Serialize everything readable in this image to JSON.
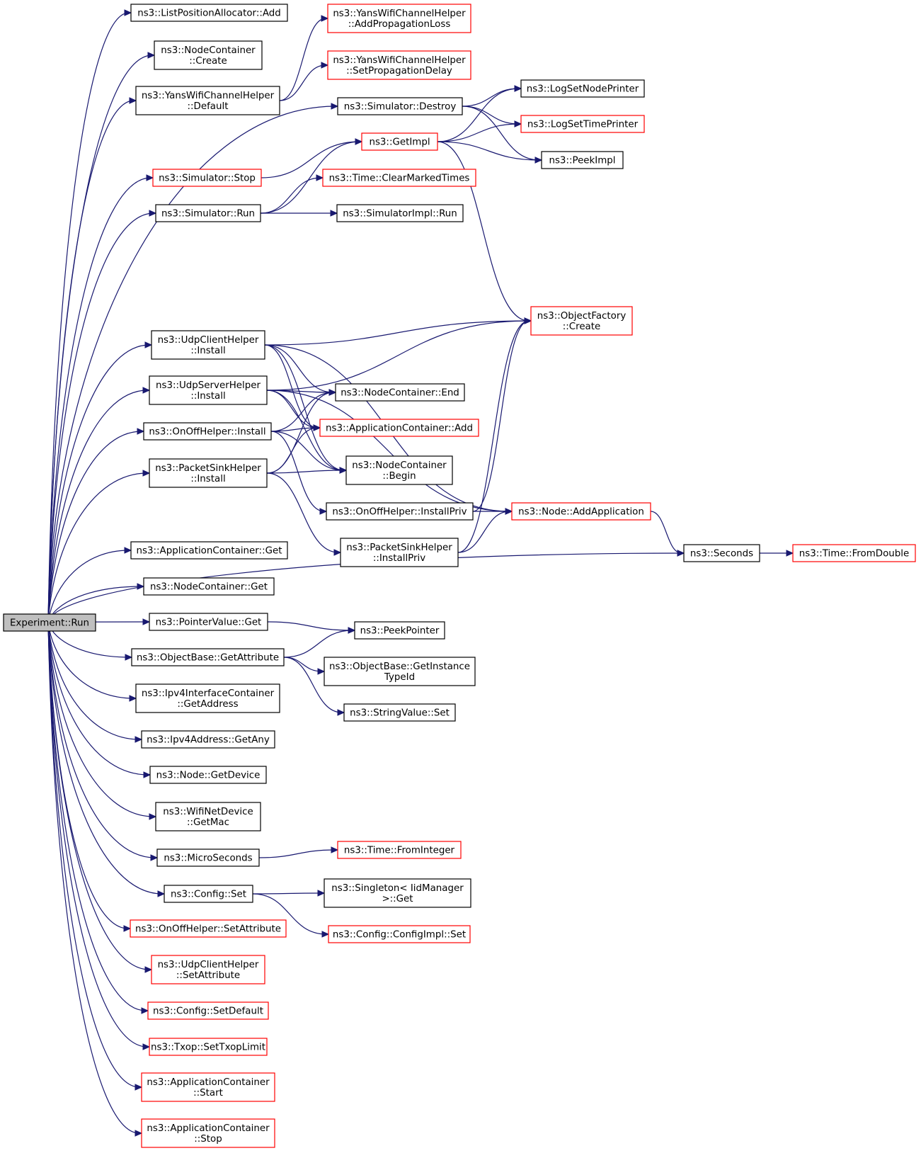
{
  "graph": {
    "nodes": [
      {
        "id": "root",
        "lines": [
          "Experiment::Run"
        ],
        "style": "root"
      },
      {
        "id": "lpa_add",
        "lines": [
          "ns3::ListPositionAllocator::Add"
        ],
        "style": "black"
      },
      {
        "id": "nc_create",
        "lines": [
          "ns3::NodeContainer",
          "::Create"
        ],
        "style": "black"
      },
      {
        "id": "ywch_default",
        "lines": [
          "ns3::YansWifiChannelHelper",
          "::Default"
        ],
        "style": "black"
      },
      {
        "id": "ywch_addprop",
        "lines": [
          "ns3::YansWifiChannelHelper",
          "::AddPropagationLoss"
        ],
        "style": "red"
      },
      {
        "id": "ywch_setprop",
        "lines": [
          "ns3::YansWifiChannelHelper",
          "::SetPropagationDelay"
        ],
        "style": "red"
      },
      {
        "id": "sim_destroy",
        "lines": [
          "ns3::Simulator::Destroy"
        ],
        "style": "black"
      },
      {
        "id": "log_node",
        "lines": [
          "ns3::LogSetNodePrinter"
        ],
        "style": "black"
      },
      {
        "id": "log_time",
        "lines": [
          "ns3::LogSetTimePrinter"
        ],
        "style": "red"
      },
      {
        "id": "getimpl",
        "lines": [
          "ns3::GetImpl"
        ],
        "style": "red"
      },
      {
        "id": "peekimpl",
        "lines": [
          "ns3::PeekImpl"
        ],
        "style": "black"
      },
      {
        "id": "sim_stop",
        "lines": [
          "ns3::Simulator::Stop"
        ],
        "style": "red"
      },
      {
        "id": "clear_marked",
        "lines": [
          "ns3::Time::ClearMarkedTimes"
        ],
        "style": "red"
      },
      {
        "id": "sim_run",
        "lines": [
          "ns3::Simulator::Run"
        ],
        "style": "black"
      },
      {
        "id": "simimpl_run",
        "lines": [
          "ns3::SimulatorImpl::Run"
        ],
        "style": "black"
      },
      {
        "id": "of_create",
        "lines": [
          "ns3::ObjectFactory",
          "::Create"
        ],
        "style": "red"
      },
      {
        "id": "udpc_install",
        "lines": [
          "ns3::UdpClientHelper",
          "::Install"
        ],
        "style": "black"
      },
      {
        "id": "udps_install",
        "lines": [
          "ns3::UdpServerHelper",
          "::Install"
        ],
        "style": "black"
      },
      {
        "id": "nc_end",
        "lines": [
          "ns3::NodeContainer::End"
        ],
        "style": "black"
      },
      {
        "id": "onoff_install",
        "lines": [
          "ns3::OnOffHelper::Install"
        ],
        "style": "black"
      },
      {
        "id": "ac_add",
        "lines": [
          "ns3::ApplicationContainer::Add"
        ],
        "style": "red"
      },
      {
        "id": "psh_install",
        "lines": [
          "ns3::PacketSinkHelper",
          "::Install"
        ],
        "style": "black"
      },
      {
        "id": "nc_begin",
        "lines": [
          "ns3::NodeContainer",
          "::Begin"
        ],
        "style": "black"
      },
      {
        "id": "onoff_installpriv",
        "lines": [
          "ns3::OnOffHelper::InstallPriv"
        ],
        "style": "black"
      },
      {
        "id": "node_addapp",
        "lines": [
          "ns3::Node::AddApplication"
        ],
        "style": "red"
      },
      {
        "id": "psh_installpriv",
        "lines": [
          "ns3::PacketSinkHelper",
          "::InstallPriv"
        ],
        "style": "black"
      },
      {
        "id": "seconds",
        "lines": [
          "ns3::Seconds"
        ],
        "style": "black"
      },
      {
        "id": "fromdouble",
        "lines": [
          "ns3::Time::FromDouble"
        ],
        "style": "red"
      },
      {
        "id": "ac_get",
        "lines": [
          "ns3::ApplicationContainer::Get"
        ],
        "style": "black"
      },
      {
        "id": "nc_get",
        "lines": [
          "ns3::NodeContainer::Get"
        ],
        "style": "black"
      },
      {
        "id": "pv_get",
        "lines": [
          "ns3::PointerValue::Get"
        ],
        "style": "black"
      },
      {
        "id": "peekpointer",
        "lines": [
          "ns3::PeekPointer"
        ],
        "style": "black"
      },
      {
        "id": "ob_getattr",
        "lines": [
          "ns3::ObjectBase::GetAttribute"
        ],
        "style": "black"
      },
      {
        "id": "ob_getinst",
        "lines": [
          "ns3::ObjectBase::GetInstance",
          "TypeId"
        ],
        "style": "black"
      },
      {
        "id": "sv_set",
        "lines": [
          "ns3::StringValue::Set"
        ],
        "style": "black"
      },
      {
        "id": "ipv4ic_getaddr",
        "lines": [
          "ns3::Ipv4InterfaceContainer",
          "::GetAddress"
        ],
        "style": "black"
      },
      {
        "id": "ipv4a_getany",
        "lines": [
          "ns3::Ipv4Address::GetAny"
        ],
        "style": "black"
      },
      {
        "id": "node_getdev",
        "lines": [
          "ns3::Node::GetDevice"
        ],
        "style": "black"
      },
      {
        "id": "wnd_getmac",
        "lines": [
          "ns3::WifiNetDevice",
          "::GetMac"
        ],
        "style": "black"
      },
      {
        "id": "microseconds",
        "lines": [
          "ns3::MicroSeconds"
        ],
        "style": "black"
      },
      {
        "id": "frominteger",
        "lines": [
          "ns3::Time::FromInteger"
        ],
        "style": "red"
      },
      {
        "id": "config_set",
        "lines": [
          "ns3::Config::Set"
        ],
        "style": "black"
      },
      {
        "id": "singleton_get",
        "lines": [
          "ns3::Singleton< IidManager",
          " >::Get"
        ],
        "style": "black"
      },
      {
        "id": "configimpl_set",
        "lines": [
          "ns3::Config::ConfigImpl::Set"
        ],
        "style": "red"
      },
      {
        "id": "onoff_setattr",
        "lines": [
          "ns3::OnOffHelper::SetAttribute"
        ],
        "style": "red"
      },
      {
        "id": "udpc_setattr",
        "lines": [
          "ns3::UdpClientHelper",
          "::SetAttribute"
        ],
        "style": "red"
      },
      {
        "id": "config_setdefault",
        "lines": [
          "ns3::Config::SetDefault"
        ],
        "style": "red"
      },
      {
        "id": "txop_setlimit",
        "lines": [
          "ns3::Txop::SetTxopLimit"
        ],
        "style": "red"
      },
      {
        "id": "ac_start",
        "lines": [
          "ns3::ApplicationContainer",
          "::Start"
        ],
        "style": "red"
      },
      {
        "id": "ac_stop",
        "lines": [
          "ns3::ApplicationContainer",
          "::Stop"
        ],
        "style": "red"
      }
    ],
    "edges": [
      [
        "root",
        "lpa_add"
      ],
      [
        "root",
        "nc_create"
      ],
      [
        "root",
        "ywch_default"
      ],
      [
        "root",
        "sim_destroy"
      ],
      [
        "root",
        "sim_stop"
      ],
      [
        "root",
        "sim_run"
      ],
      [
        "root",
        "udpc_install"
      ],
      [
        "root",
        "udps_install"
      ],
      [
        "root",
        "onoff_install"
      ],
      [
        "root",
        "psh_install"
      ],
      [
        "root",
        "seconds"
      ],
      [
        "root",
        "ac_get"
      ],
      [
        "root",
        "nc_get"
      ],
      [
        "root",
        "pv_get"
      ],
      [
        "root",
        "ob_getattr"
      ],
      [
        "root",
        "ipv4ic_getaddr"
      ],
      [
        "root",
        "ipv4a_getany"
      ],
      [
        "root",
        "node_getdev"
      ],
      [
        "root",
        "wnd_getmac"
      ],
      [
        "root",
        "microseconds"
      ],
      [
        "root",
        "config_set"
      ],
      [
        "root",
        "onoff_setattr"
      ],
      [
        "root",
        "udpc_setattr"
      ],
      [
        "root",
        "config_setdefault"
      ],
      [
        "root",
        "txop_setlimit"
      ],
      [
        "root",
        "ac_start"
      ],
      [
        "root",
        "ac_stop"
      ],
      [
        "ywch_default",
        "ywch_addprop"
      ],
      [
        "ywch_default",
        "ywch_setprop"
      ],
      [
        "sim_destroy",
        "log_node"
      ],
      [
        "sim_destroy",
        "log_time"
      ],
      [
        "sim_destroy",
        "peekimpl"
      ],
      [
        "getimpl",
        "log_node"
      ],
      [
        "getimpl",
        "log_time"
      ],
      [
        "getimpl",
        "peekimpl"
      ],
      [
        "getimpl",
        "of_create"
      ],
      [
        "sim_stop",
        "getimpl"
      ],
      [
        "sim_run",
        "getimpl"
      ],
      [
        "sim_run",
        "clear_marked"
      ],
      [
        "sim_run",
        "simimpl_run"
      ],
      [
        "udpc_install",
        "of_create"
      ],
      [
        "udpc_install",
        "nc_end"
      ],
      [
        "udpc_install",
        "ac_add"
      ],
      [
        "udpc_install",
        "nc_begin"
      ],
      [
        "udpc_install",
        "node_addapp"
      ],
      [
        "udps_install",
        "of_create"
      ],
      [
        "udps_install",
        "nc_end"
      ],
      [
        "udps_install",
        "ac_add"
      ],
      [
        "udps_install",
        "nc_begin"
      ],
      [
        "udps_install",
        "node_addapp"
      ],
      [
        "onoff_install",
        "ac_add"
      ],
      [
        "onoff_install",
        "nc_begin"
      ],
      [
        "onoff_install",
        "nc_end"
      ],
      [
        "onoff_install",
        "onoff_installpriv"
      ],
      [
        "psh_install",
        "nc_end"
      ],
      [
        "psh_install",
        "ac_add"
      ],
      [
        "psh_install",
        "nc_begin"
      ],
      [
        "psh_install",
        "psh_installpriv"
      ],
      [
        "onoff_installpriv",
        "of_create"
      ],
      [
        "onoff_installpriv",
        "node_addapp"
      ],
      [
        "psh_installpriv",
        "of_create"
      ],
      [
        "psh_installpriv",
        "node_addapp"
      ],
      [
        "node_addapp",
        "seconds"
      ],
      [
        "seconds",
        "fromdouble"
      ],
      [
        "pv_get",
        "peekpointer"
      ],
      [
        "ob_getattr",
        "peekpointer"
      ],
      [
        "ob_getattr",
        "ob_getinst"
      ],
      [
        "ob_getattr",
        "sv_set"
      ],
      [
        "microseconds",
        "frominteger"
      ],
      [
        "config_set",
        "singleton_get"
      ],
      [
        "config_set",
        "configimpl_set"
      ]
    ]
  }
}
